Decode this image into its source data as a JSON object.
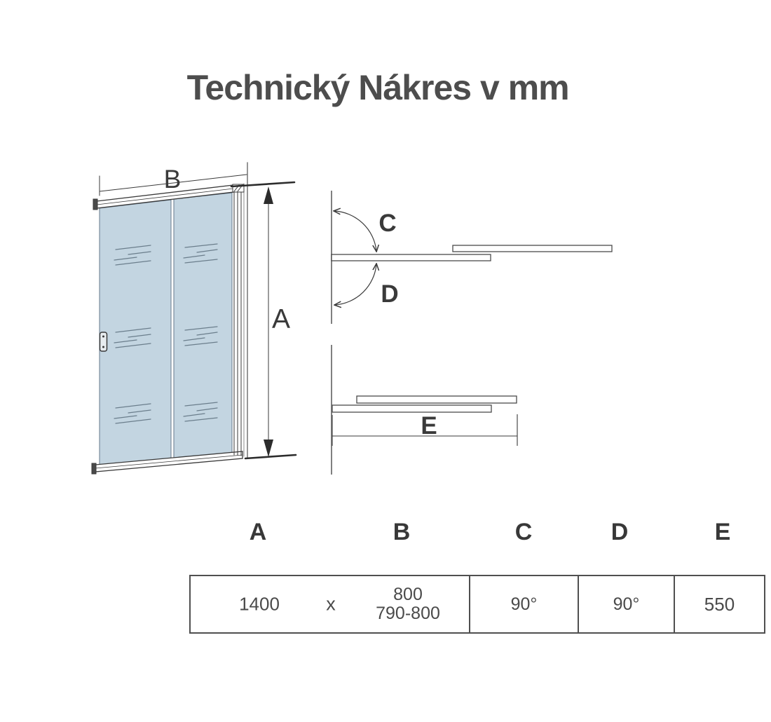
{
  "title": "Technický Nákres v mm",
  "drawing": {
    "dim_b": "B",
    "dim_a": "A",
    "angle_c": "C",
    "angle_d": "D",
    "dim_e": "E"
  },
  "table": {
    "headers": [
      "A",
      "B",
      "C",
      "D",
      "E"
    ],
    "values": {
      "a": "1400",
      "separator": "x",
      "b_top": "800",
      "b_bottom": "790-800",
      "c": "90°",
      "d": "90°",
      "e": "550"
    }
  },
  "colors": {
    "glass": "#c3d5e1",
    "line": "#3a3a3a",
    "text": "#4a4a4a"
  }
}
